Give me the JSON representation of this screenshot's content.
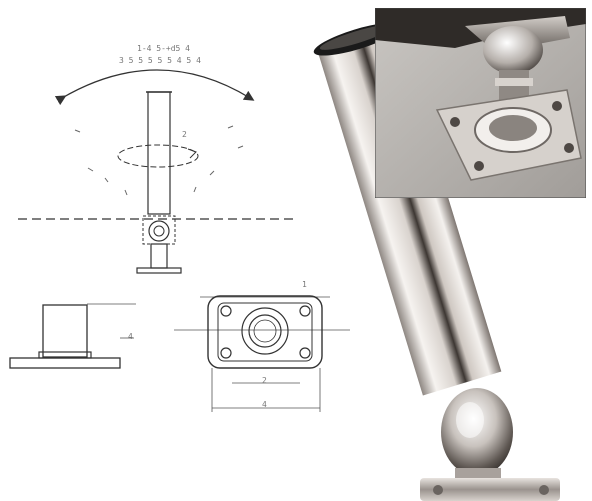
{
  "drawing": {
    "rotation_note_line1": "1-4 5-+d5 4",
    "rotation_note_line2": "3 5 5 5 5 5 4 5 4",
    "dim_small_label": "2",
    "dim_plate_width_label": "2",
    "dim_plate_height_label": "4",
    "dim_side_label": "4",
    "dim_corner_label": "1"
  },
  "colors": {
    "line": "#333333",
    "steel_light": "#f2f0ee",
    "steel_mid": "#c9c4c0",
    "steel_dark": "#6e6864",
    "cap": "#1a1a1a",
    "photo_bg": "#b9b6b2"
  }
}
